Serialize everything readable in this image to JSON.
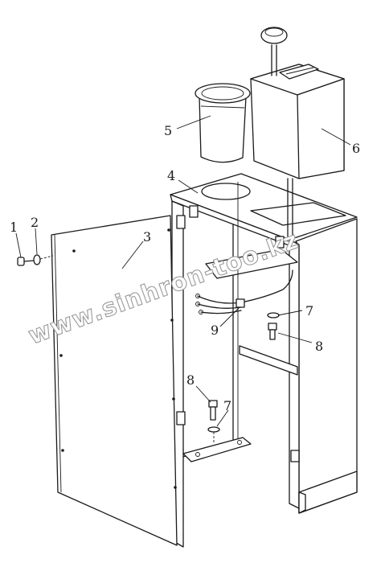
{
  "callouts": {
    "c1": "1",
    "c2": "2",
    "c3": "3",
    "c4": "4",
    "c5": "5",
    "c6": "6",
    "c7a": "7",
    "c7b": "7",
    "c8a": "8",
    "c8b": "8",
    "c9": "9"
  },
  "watermark": "www.sinhron-too.kz"
}
